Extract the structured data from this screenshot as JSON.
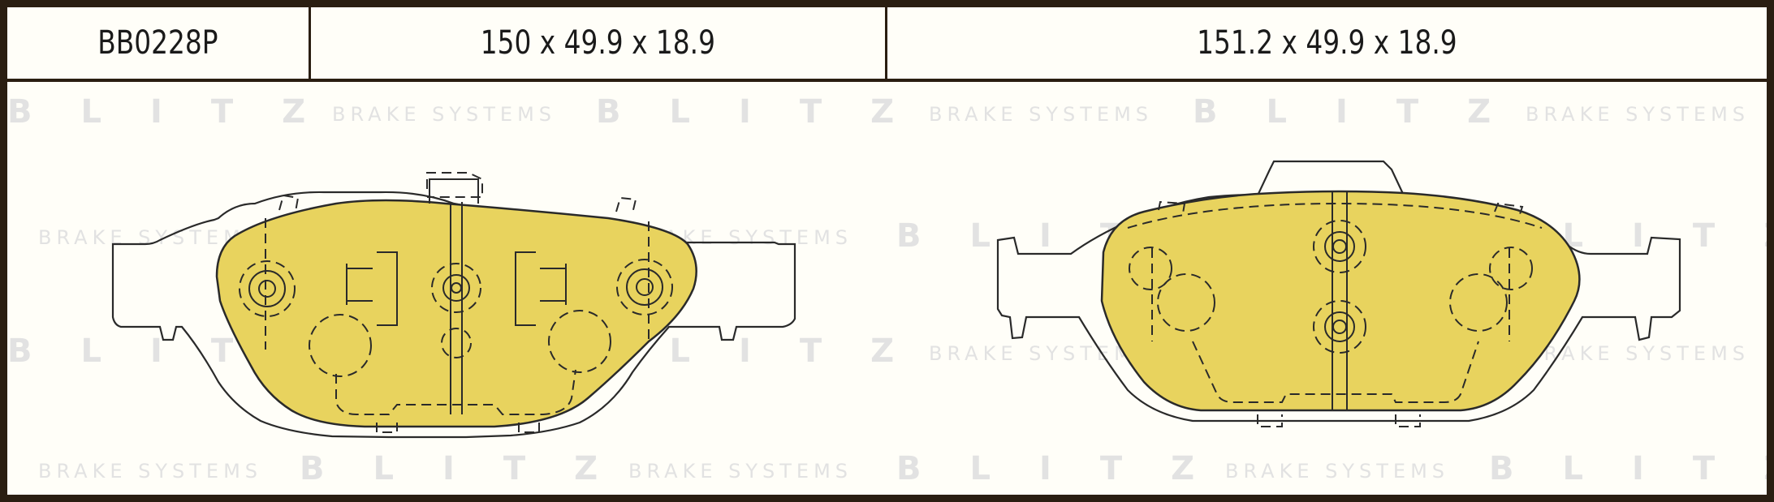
{
  "header": {
    "part_number": "BB0228P",
    "dims_left": "150 x 49.9 x 18.9",
    "dims_right": "151.2 x 49.9 x 18.9"
  },
  "watermark": {
    "brand": "BLITZ",
    "tagline": "BRAKE SYSTEMS"
  },
  "colors": {
    "pad_fill": "#e8d35e",
    "frame": "#2a1e12",
    "watermark": "#e2e2e2"
  }
}
